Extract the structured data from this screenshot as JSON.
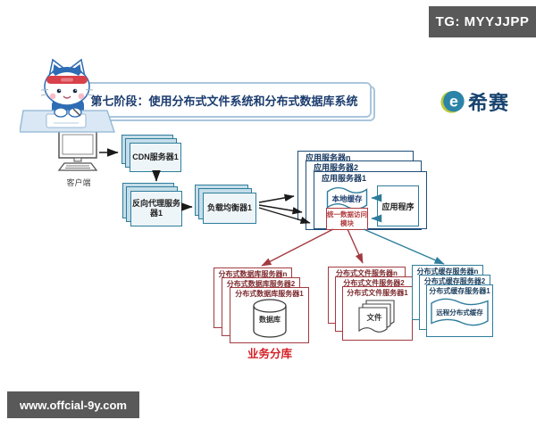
{
  "overlay": {
    "tg_badge": "TG: MYYJJPP",
    "watermark": "www.offcial-9y.com"
  },
  "header": {
    "stage_title": "第七阶段：使用分布式文件系统和分布式数据库系统",
    "brand": "希赛",
    "brand_icon": "xisai-e-logo",
    "mascot_icon": "cat-mascot-at-desk"
  },
  "colors": {
    "teal_border": "#2e7d9c",
    "navy_border": "#1f4e79",
    "red_border": "#a33a40",
    "caption_red": "#d42127",
    "badge_bg": "#595959",
    "stack_fill": "#c5dde9",
    "banner_text": "#1b3c6e"
  },
  "diagram": {
    "client": {
      "label": "客户端",
      "icon": "desktop-computer-icon"
    },
    "cdn": {
      "label": "CDN服务器1"
    },
    "reverse_proxy": {
      "label": "反向代理服务器1"
    },
    "load_balancer": {
      "label": "负载均衡器1"
    },
    "app_servers": {
      "boxes": [
        "应用服务器n",
        "应用服务器2",
        "应用服务器1"
      ],
      "local_cache": "本地缓存",
      "application": "应用程序",
      "data_access_module": "统一数据访问模块"
    },
    "db_servers": {
      "boxes": [
        "分布式数据库服务器n",
        "分布式数据库服务器2",
        "分布式数据库服务器1"
      ],
      "icon_label": "数据库",
      "icon": "database-cylinder-icon",
      "caption": "业务分库"
    },
    "file_servers": {
      "boxes": [
        "分布式文件服务器n",
        "分布式文件服务器2",
        "分布式文件服务器1"
      ],
      "icon_label": "文件",
      "icon": "documents-icon"
    },
    "cache_servers": {
      "boxes": [
        "分布式缓存服务器n",
        "分布式缓存服务器2",
        "分布式缓存服务器1"
      ],
      "icon_label": "远程分布式缓存",
      "icon": "wavy-cache-shape"
    }
  }
}
